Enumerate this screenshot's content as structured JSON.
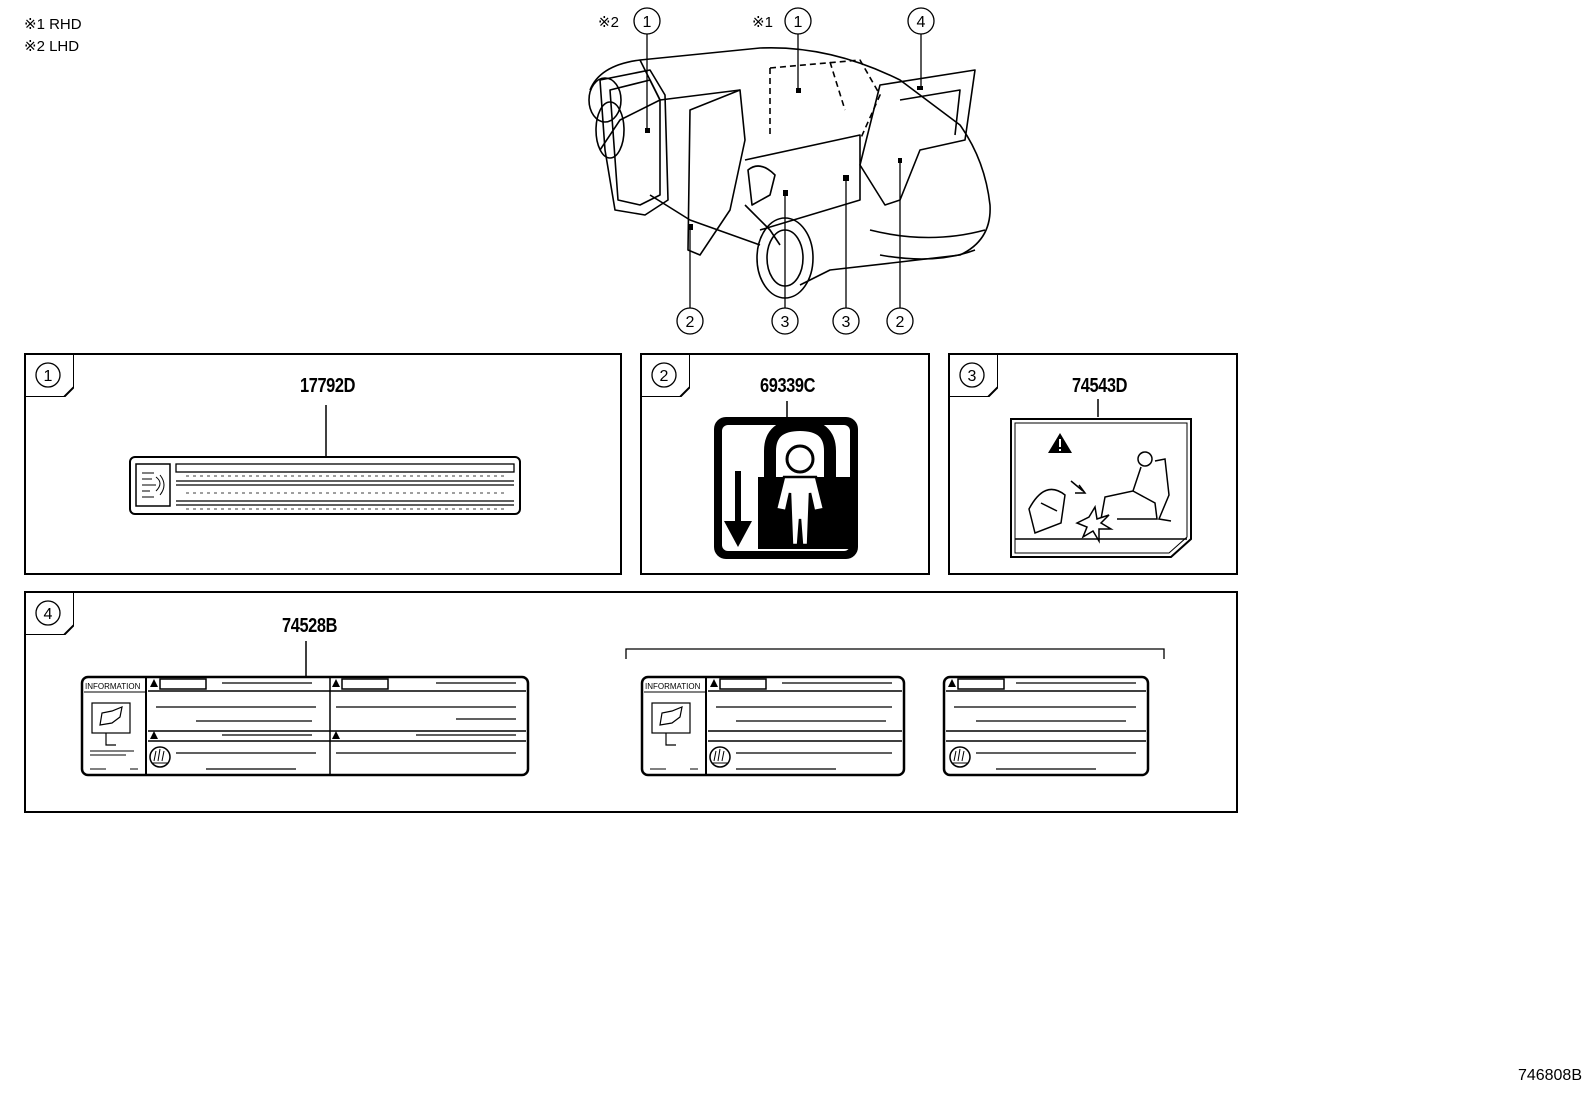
{
  "legend": [
    {
      "mark": "※1",
      "text": "RHD"
    },
    {
      "mark": "※2",
      "text": "LHD"
    }
  ],
  "callouts": {
    "top_1_lhd": {
      "mark": "※2",
      "num": "1"
    },
    "top_1_rhd": {
      "mark": "※1",
      "num": "1"
    },
    "top_4": "4",
    "bottom": [
      "2",
      "3",
      "3",
      "2"
    ]
  },
  "panels": [
    {
      "num": "1",
      "part": "17792D"
    },
    {
      "num": "2",
      "part": "69339C"
    },
    {
      "num": "3",
      "part": "74543D"
    },
    {
      "num": "4",
      "part": "74528B"
    }
  ],
  "label_4": {
    "info_text": "INFORMATION"
  },
  "diagram_code": "746808B"
}
